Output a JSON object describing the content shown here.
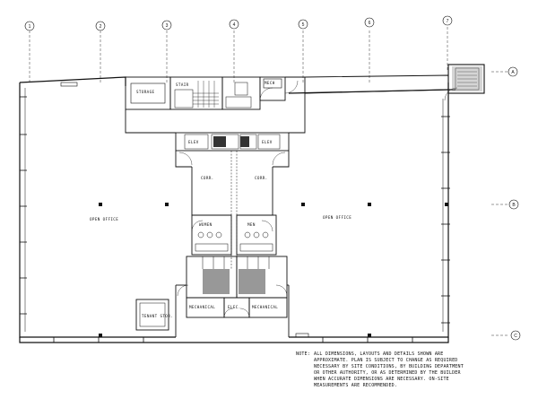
{
  "grid": {
    "columns": [
      "1",
      "2",
      "3",
      "4",
      "5",
      "6",
      "7"
    ],
    "rows": [
      "A",
      "B",
      "C"
    ]
  },
  "rooms": {
    "left_open_area": "OPEN OFFICE",
    "right_open_area": "OPEN OFFICE",
    "storage": "STORAGE",
    "elevator_left": "ELEV",
    "elevator_right": "ELEV",
    "mech_top": "MECH",
    "stair_room": "STAIR",
    "corridor_left": "CORR.",
    "corridor_right": "CORR.",
    "womens": "WOMEN",
    "mens": "MEN",
    "mechanical": "MECHANICAL",
    "electrical": "ELEC.",
    "mechanical_right": "MECHANICAL",
    "tenant_room": "TENANT STOR."
  },
  "note": {
    "label": "NOTE:",
    "text": "ALL DIMENSIONS, LAYOUTS AND DETAILS SHOWN ARE\nAPPROXIMATE. PLAN IS SUBJECT TO CHANGE AS REQUIRED\nNECESSARY BY SITE CONDITIONS, BY BUILDING DEPARTMENT\nOR OTHER AUTHORITY, OR AS DETERMINED BY THE BUILDER\nWHEN ACCURATE DIMENSIONS ARE NECESSARY. ON-SITE\nMEASUREMENTS ARE RECOMMENDED."
  }
}
